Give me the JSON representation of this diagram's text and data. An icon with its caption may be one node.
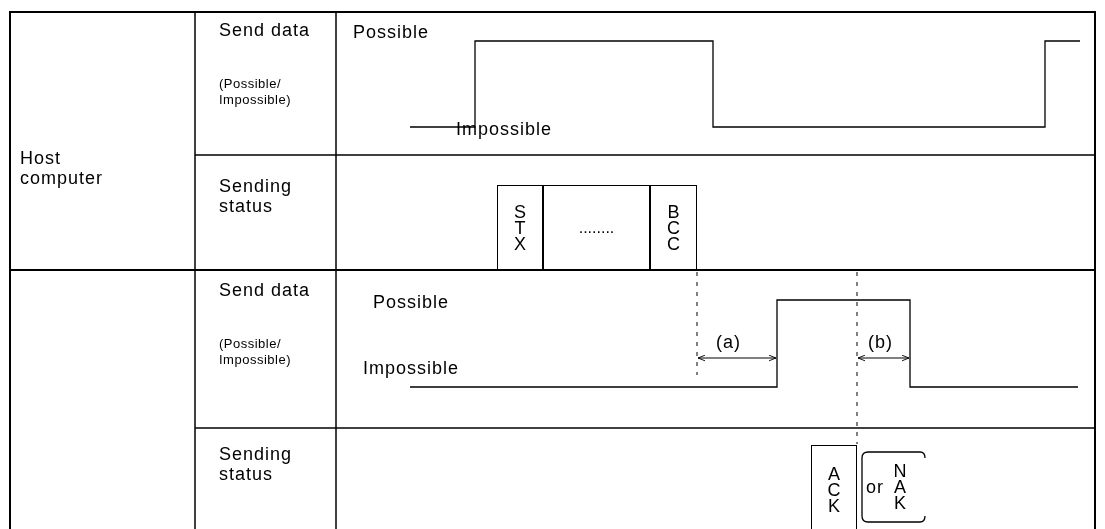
{
  "diagram": {
    "nodes": [
      {
        "text": [
          "STX"
        ]
      },
      {
        "text": [
          "........"
        ]
      },
      {
        "text": [
          "BCC"
        ]
      },
      {
        "text": [
          "ACK"
        ]
      },
      {
        "text": [
          "NAK"
        ]
      }
    ],
    "edges": [],
    "labels": [
      "Host computer",
      "Send data",
      "(Possible/ Impossible)",
      "Possible",
      "Impossible",
      "Sending status",
      "Send data",
      "(Possible/ Impossible)",
      "Possible",
      "Impossible",
      "(a)",
      "(b)",
      "Sending status",
      "or"
    ]
  }
}
